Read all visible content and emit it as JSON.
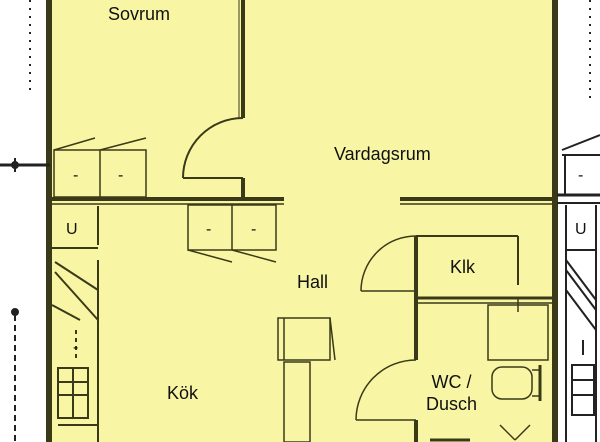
{
  "plan": {
    "fill_color": "#f8f6a4",
    "wall_color": "#3a3a18",
    "rooms": {
      "sovrum": "Sovrum",
      "vardagsrum": "Vardagsrum",
      "hall": "Hall",
      "klk": "Klk",
      "kok": "Kök",
      "wc_line1": "WC /",
      "wc_line2": "Dusch"
    },
    "markers": {
      "u_left": "U",
      "u_right": "U"
    },
    "shelf_marks": [
      "-",
      "-",
      "-",
      "-",
      "-",
      "-"
    ]
  }
}
